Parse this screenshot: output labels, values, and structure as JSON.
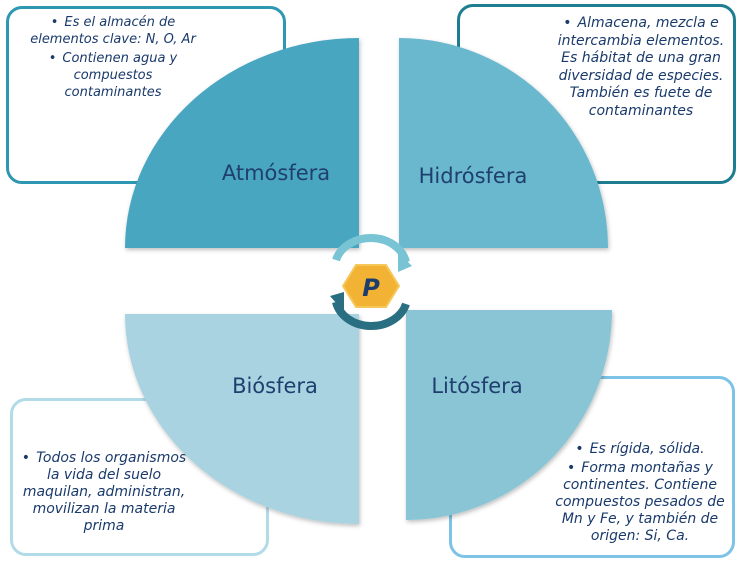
{
  "quadrants": [
    {
      "name": "Atmósfera",
      "color": "#4aa6c0"
    },
    {
      "name": "Hidrósfera",
      "color": "#6bb8cd"
    },
    {
      "name": "Biósfera",
      "color": "#a9d3e0"
    },
    {
      "name": "Litósfera",
      "color": "#8ac5d6"
    }
  ],
  "center": {
    "label": "P"
  },
  "boxes": {
    "atmosfera": [
      "Es el almacén de elementos clave: N, O, Ar",
      "Contienen agua y compuestos contaminantes"
    ],
    "hidrosfera": [
      "Almacena, mezcla e intercambia elementos. Es hábitat de una gran diversidad de especies. También es fuete de contaminantes"
    ],
    "biosfera": [
      "Todos los organismos la vida del suelo maquilan, administran, movilizan la materia prima"
    ],
    "litosfera": [
      "Es rígida, sólida.",
      "Forma montañas y continentes. Contiene compuestos pesados de Mn y Fe, y también de origen: Si, Ca."
    ]
  }
}
